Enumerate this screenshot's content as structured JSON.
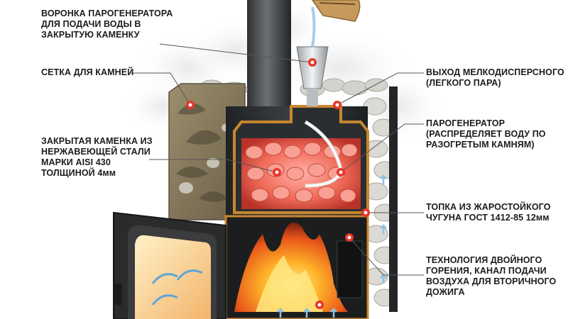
{
  "callouts": {
    "steam_funnel": {
      "lines": [
        "ВОРОНКА ПАРОГЕНЕРАТОРА",
        "ДЛЯ ПОДАЧИ ВОДЫ В",
        "ЗАКРЫТУЮ КАМЕНКУ"
      ]
    },
    "stone_mesh": {
      "lines": [
        "СЕТКА ДЛЯ КАМНЕЙ"
      ]
    },
    "closed_heater": {
      "lines": [
        "ЗАКРЫТАЯ КАМЕНКА ИЗ",
        "НЕРЖАВЕЮЩЕЙ СТАЛИ",
        "МАРКИ AISI 430",
        "ТОЛЩИНОЙ 4мм"
      ]
    },
    "fine_steam_outlet": {
      "lines": [
        "ВЫХОД МЕЛКОДИСПЕРСНОГО",
        "(ЛЕГКОГО ПАРА)"
      ]
    },
    "steam_generator": {
      "lines": [
        "ПАРОГЕНЕРАТОР",
        "(РАСПРЕДЕЛЯЕТ ВОДУ ПО",
        "РАЗОГРЕТЫМ КАМНЯМ)"
      ]
    },
    "firebox": {
      "lines": [
        "ТОПКА ИЗ ЖАРОСТОЙКОГО",
        "ЧУГУНА ГОСТ 1412-85  12мм"
      ]
    },
    "double_burning": {
      "lines": [
        "ТЕХНОЛОГИЯ ДВОЙНОГО",
        "ГОРЕНИЯ, КАНАЛ ПОДАЧИ",
        "ВОЗДУХА ДЛЯ ВТОРИЧНОГО",
        "ДОЖИГА"
      ]
    }
  },
  "colors": {
    "marker": "#e8342a",
    "leader_line": "#555555",
    "copper_frame": "#c7862f",
    "body_dark": "#34383c",
    "mesh_bronze": "#8a7c5e",
    "fire": "#ff8a1c"
  }
}
